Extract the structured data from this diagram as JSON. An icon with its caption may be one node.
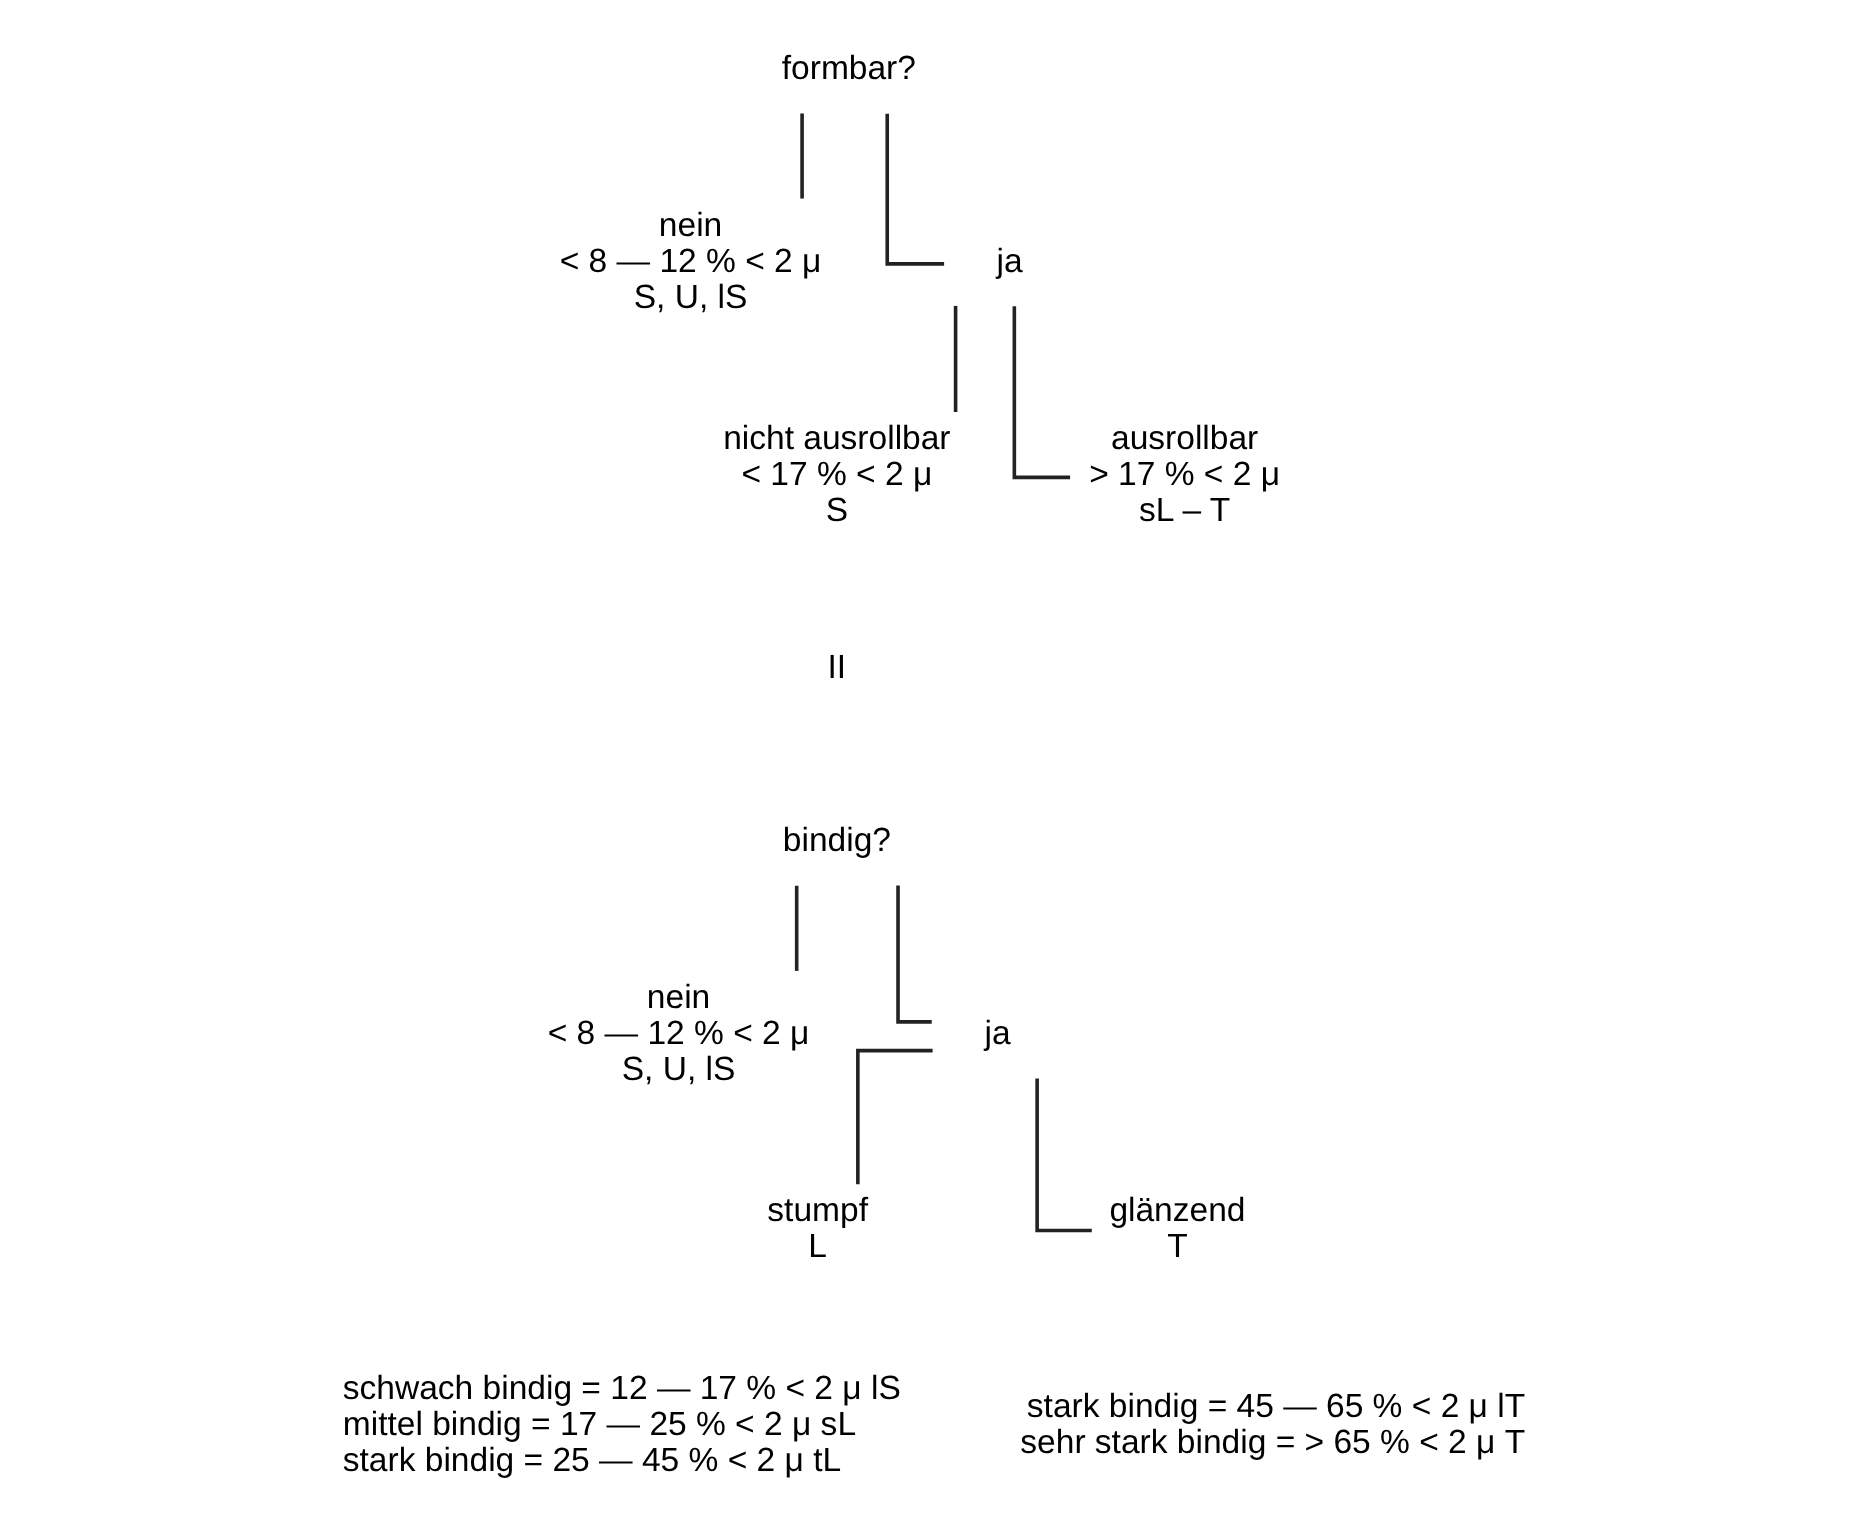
{
  "diagram": {
    "nodes": [
      {
        "text": [
          "formbar?"
        ]
      },
      {
        "text": [
          "nein",
          "< 8 — 12 % < 2 μ",
          "S, U, lS"
        ]
      },
      {
        "text": [
          "ja"
        ]
      },
      {
        "text": [
          "nicht ausrollbar",
          "< 17 % < 2 μ",
          "S"
        ]
      },
      {
        "text": [
          "ausrollbar",
          "> 17 % < 2 μ",
          "sL – T"
        ]
      },
      {
        "text": [
          "bindig?"
        ]
      },
      {
        "text": [
          "nein",
          "< 8 — 12 % < 2 μ",
          "S, U, lS"
        ]
      },
      {
        "text": [
          "ja"
        ]
      },
      {
        "text": [
          "stumpf",
          "L"
        ]
      },
      {
        "text": [
          "glänzend",
          "T"
        ]
      }
    ],
    "edges": [
      {
        "from": 0,
        "to": 1,
        "arrow": "none"
      },
      {
        "from": 0,
        "to": 2,
        "arrow": "none"
      },
      {
        "from": 2,
        "to": 3,
        "arrow": "none"
      },
      {
        "from": 2,
        "to": 4,
        "arrow": "none"
      },
      {
        "from": 5,
        "to": 6,
        "arrow": "none"
      },
      {
        "from": 5,
        "to": 7,
        "arrow": "none"
      },
      {
        "from": 7,
        "to": 8,
        "arrow": "none"
      },
      {
        "from": 7,
        "to": 9,
        "arrow": "none"
      }
    ],
    "labels": [
      "II",
      "schwach bindig = 12 — 17 % < 2 μ lS",
      "mittel bindig = 17 — 25 % < 2 μ sL",
      "stark bindig = 25 — 45 % < 2 μ tL",
      "stark bindig = 45 — 65 % < 2 μ lT",
      "sehr stark bindig = > 65 % < 2 μ T"
    ]
  }
}
